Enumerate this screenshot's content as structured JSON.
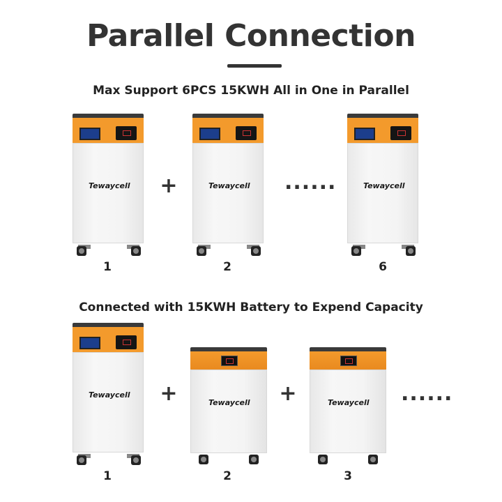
{
  "title": "Parallel Connection",
  "section1": {
    "subtitle": "Max Support 6PCS 15KWH All in One in Parallel",
    "plus": "+",
    "dots": "......",
    "labels": [
      "1",
      "2",
      "6"
    ]
  },
  "section2": {
    "subtitle": "Connected with 15KWH Battery to Expend Capacity",
    "plus": "+",
    "dots": "......",
    "labels": [
      "1",
      "2",
      "3"
    ]
  },
  "brand": "Tewaycell",
  "colors": {
    "accent": "#f39a2c",
    "text": "#333333",
    "screen": "#1c3e8c"
  }
}
